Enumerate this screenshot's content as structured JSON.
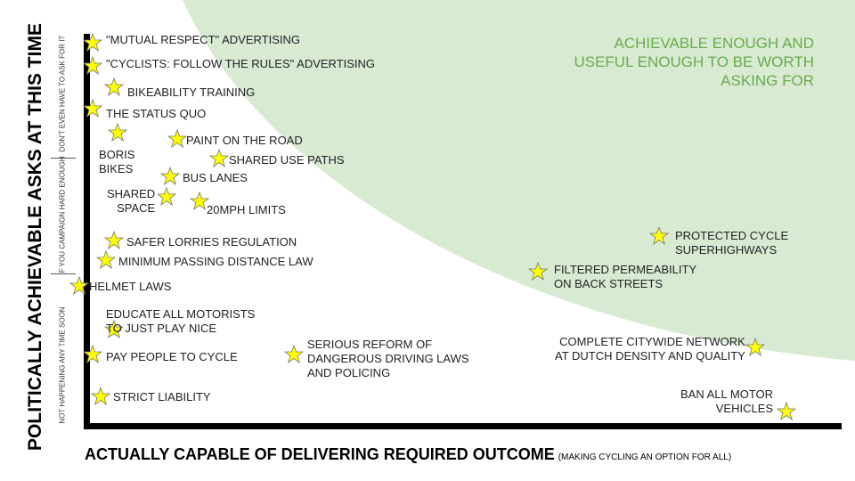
{
  "title_y": "POLITICALLY ACHIEVABLE ASKS AT THIS TIME",
  "y_bands": [
    "DON'T EVEN HAVE TO ASK FOR IT",
    "IF YOU CAMPAIGN HARD ENOUGH",
    "NOT HAPPENING ANY TIME SOON"
  ],
  "title_x": "ACTUALLY CAPABLE OF DELIVERING REQUIRED OUTCOME",
  "title_x_note": "(MAKING CYCLING AN OPTION FOR ALL)",
  "zone_label": [
    "ACHIEVABLE ENOUGH AND",
    "USEFUL ENOUGH TO BE WORTH",
    "ASKING FOR"
  ],
  "colors": {
    "zone": "#d9ead3",
    "zone_text": "#6aaa4e",
    "star": "#ffff00"
  },
  "items": [
    {
      "lines": [
        "\"MUTUAL RESPECT\" ADVERTISING"
      ]
    },
    {
      "lines": [
        "\"CYCLISTS: FOLLOW THE RULES\" ADVERTISING"
      ]
    },
    {
      "lines": [
        "BIKEABILITY TRAINING"
      ]
    },
    {
      "lines": [
        "THE STATUS QUO"
      ]
    },
    {
      "lines": [
        "BORIS",
        "BIKES"
      ]
    },
    {
      "lines": [
        "PAINT ON THE ROAD"
      ]
    },
    {
      "lines": [
        "SHARED USE PATHS"
      ]
    },
    {
      "lines": [
        "BUS LANES"
      ]
    },
    {
      "lines": [
        "SHARED",
        "SPACE"
      ]
    },
    {
      "lines": [
        "20MPH LIMITS"
      ]
    },
    {
      "lines": [
        "SAFER LORRIES REGULATION"
      ]
    },
    {
      "lines": [
        "MINIMUM PASSING DISTANCE LAW"
      ]
    },
    {
      "lines": [
        "HELMET LAWS"
      ]
    },
    {
      "lines": [
        "EDUCATE ALL MOTORISTS",
        "TO JUST PLAY NICE"
      ]
    },
    {
      "lines": [
        "PAY PEOPLE TO CYCLE"
      ]
    },
    {
      "lines": [
        "STRICT LIABILITY"
      ]
    },
    {
      "lines": [
        "SERIOUS REFORM OF",
        "DANGEROUS DRIVING LAWS",
        "AND POLICING"
      ]
    },
    {
      "lines": [
        "PROTECTED CYCLE",
        "SUPERHIGHWAYS"
      ]
    },
    {
      "lines": [
        "FILTERED PERMEABILITY",
        "ON BACK STREETS"
      ]
    },
    {
      "lines": [
        "COMPLETE CITYWIDE NETWORK",
        "AT DUTCH DENSITY AND QUALITY"
      ]
    },
    {
      "lines": [
        "BAN ALL MOTOR",
        "VEHICLES"
      ]
    }
  ]
}
